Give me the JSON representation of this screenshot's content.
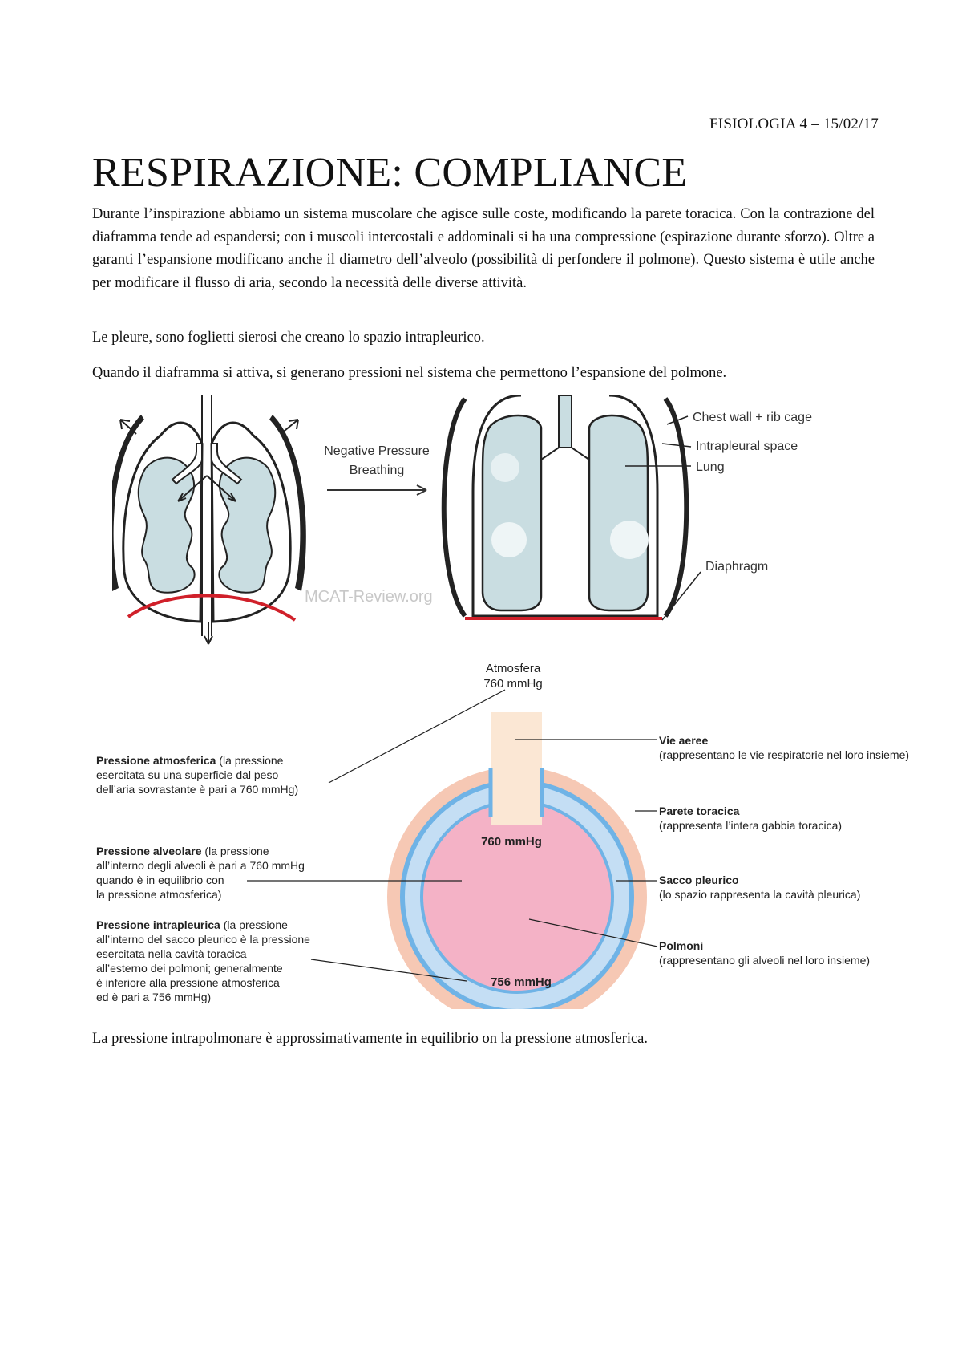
{
  "header": "FISIOLOGIA 4 – 15/02/17",
  "title": "RESPIRAZIONE: COMPLIANCE",
  "paragraphs": [
    "Durante l’inspirazione abbiamo un sistema muscolare che agisce sulle coste, modificando la parete toracica. Con la contrazione del diaframma tende ad espandersi; con i muscoli intercostali e addominali si ha una compressione (espirazione durante sforzo). Oltre a garanti l’espansione modificano anche il diametro dell’alveolo (possibilità di perfondere il polmone). Questo sistema è utile anche per modificare il flusso di aria, secondo la necessità delle diverse attività.",
    "Le pleure, sono foglietti sierosi che creano lo spazio intrapleurico.",
    "Quando il diaframma si attiva, si generano pressioni nel sistema che permettono l’espansione del polmone.",
    "La pressione intrapolmonare è approssimativamente in equilibrio on la pressione atmosferica."
  ],
  "figure1": {
    "arrow_caption_line1": "Negative Pressure",
    "arrow_caption_line2": "Breathing",
    "labels": {
      "chest_wall": "Chest wall + rib cage",
      "intrapleural": "Intrapleural space",
      "lung": "Lung",
      "diaphragm": "Diaphragm"
    },
    "watermark": "MCAT-Review.org",
    "colors": {
      "lung_fill": "#c9dde1",
      "diaphragm": "#d0202a"
    }
  },
  "figure2": {
    "atmosfera_line1": "Atmosfera",
    "atmosfera_line2": "760 mmHg",
    "center_value": "760 mmHg",
    "bottom_value": "756 mmHg",
    "left_labels": {
      "atmosferica": {
        "title": "Pressione atmosferica",
        "lines": [
          " (la pressione",
          "esercitata su una superficie dal peso",
          "dell’aria sovrastante è pari a 760 mmHg)"
        ]
      },
      "alveolare": {
        "title": "Pressione alveolare",
        "lines": [
          " (la pressione",
          "all’interno degli alveoli è pari a 760 mmHg",
          "quando è in equilibrio con",
          "la pressione atmosferica)"
        ]
      },
      "intrapleurica": {
        "title": "Pressione intrapleurica",
        "lines": [
          " (la pressione",
          "all’interno del sacco pleurico è la pressione",
          "esercitata nella cavità toracica",
          "all’esterno dei polmoni; generalmente",
          "è inferiore alla pressione atmosferica",
          "ed è pari a 756 mmHg)"
        ]
      }
    },
    "right_labels": {
      "vie_aeree": {
        "title": "Vie aeree",
        "sub": "(rappresentano le vie respiratorie nel loro insieme)"
      },
      "parete": {
        "title": "Parete toracica",
        "sub": "(rappresenta l’intera gabbia toracica)"
      },
      "sacco": {
        "title": "Sacco pleurico",
        "sub": "(lo spazio rappresenta la cavità pleurica)"
      },
      "polmoni": {
        "title": "Polmoni",
        "sub": "(rappresentano gli alveoli nel loro insieme)"
      }
    },
    "colors": {
      "outer": "#f6c8b4",
      "pleura_line": "#6fb3e6",
      "pleural_space": "#c4def4",
      "lungs": "#f4b2c6",
      "airway": "#fbe7d4"
    }
  }
}
